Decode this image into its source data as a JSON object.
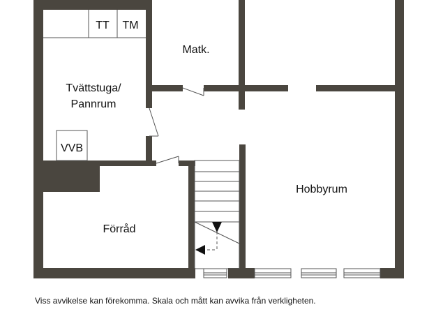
{
  "colors": {
    "wall": "#4a463f",
    "line": "#555555",
    "background": "#ffffff"
  },
  "icons": {
    "stair_arrow": "arrow-down-icon",
    "entry_arrow": "arrow-left-icon"
  },
  "rooms": {
    "laundry_line1": "Tvättstuga/",
    "laundry_line2": "Pannrum",
    "pantry": "Matk.",
    "storage": "Förråd",
    "hobby": "Hobbyrum"
  },
  "fixtures": {
    "tumble_dryer": "TT",
    "washing_machine": "TM",
    "water_heater": "VVB"
  },
  "disclaimer": "Viss avvikelse kan förekomma. Skala och mått kan avvika från verkligheten."
}
